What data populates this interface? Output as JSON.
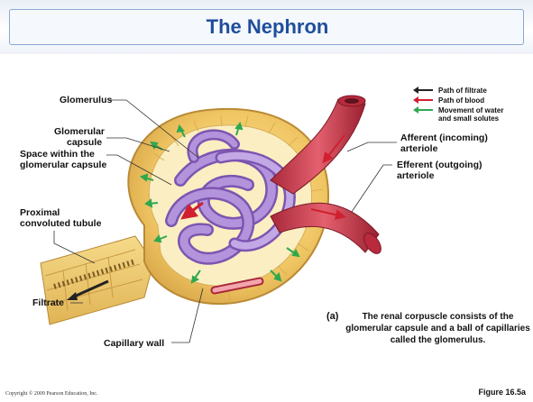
{
  "slide": {
    "title": "The Nephron",
    "copyright": "Copyright © 2009 Pearson Education, Inc.",
    "figure_number": "Figure 16.5a"
  },
  "labels": {
    "glomerulus": "Glomerulus",
    "glomerular_capsule_1": "Glomerular",
    "glomerular_capsule_2": "capsule",
    "space_1": "Space within the",
    "space_2": "glomerular capsule",
    "proximal_1": "Proximal",
    "proximal_2": "convoluted tubule",
    "filtrate": "Filtrate",
    "capillary_wall": "Capillary wall",
    "afferent_1": "Afferent (incoming)",
    "afferent_2": "arteriole",
    "efferent_1": "Efferent (outgoing)",
    "efferent_2": "arteriole"
  },
  "legend": {
    "filtrate": "Path of filtrate",
    "blood": "Path of blood",
    "movement_1": "Movement of water",
    "movement_2": "and small solutes"
  },
  "colors": {
    "title": "#1f4e9c",
    "filtrate_arrow": "#222222",
    "blood_arrow": "#d02030",
    "movement_arrow": "#2fa84f",
    "capsule": "#f1c765",
    "vessel": "#c8384a",
    "glomerulus": "#9b74c6"
  },
  "caption": {
    "letter": "(a)",
    "text": "The renal corpuscle consists of the glomerular capsule and a ball of capillaries called the glomerulus."
  }
}
